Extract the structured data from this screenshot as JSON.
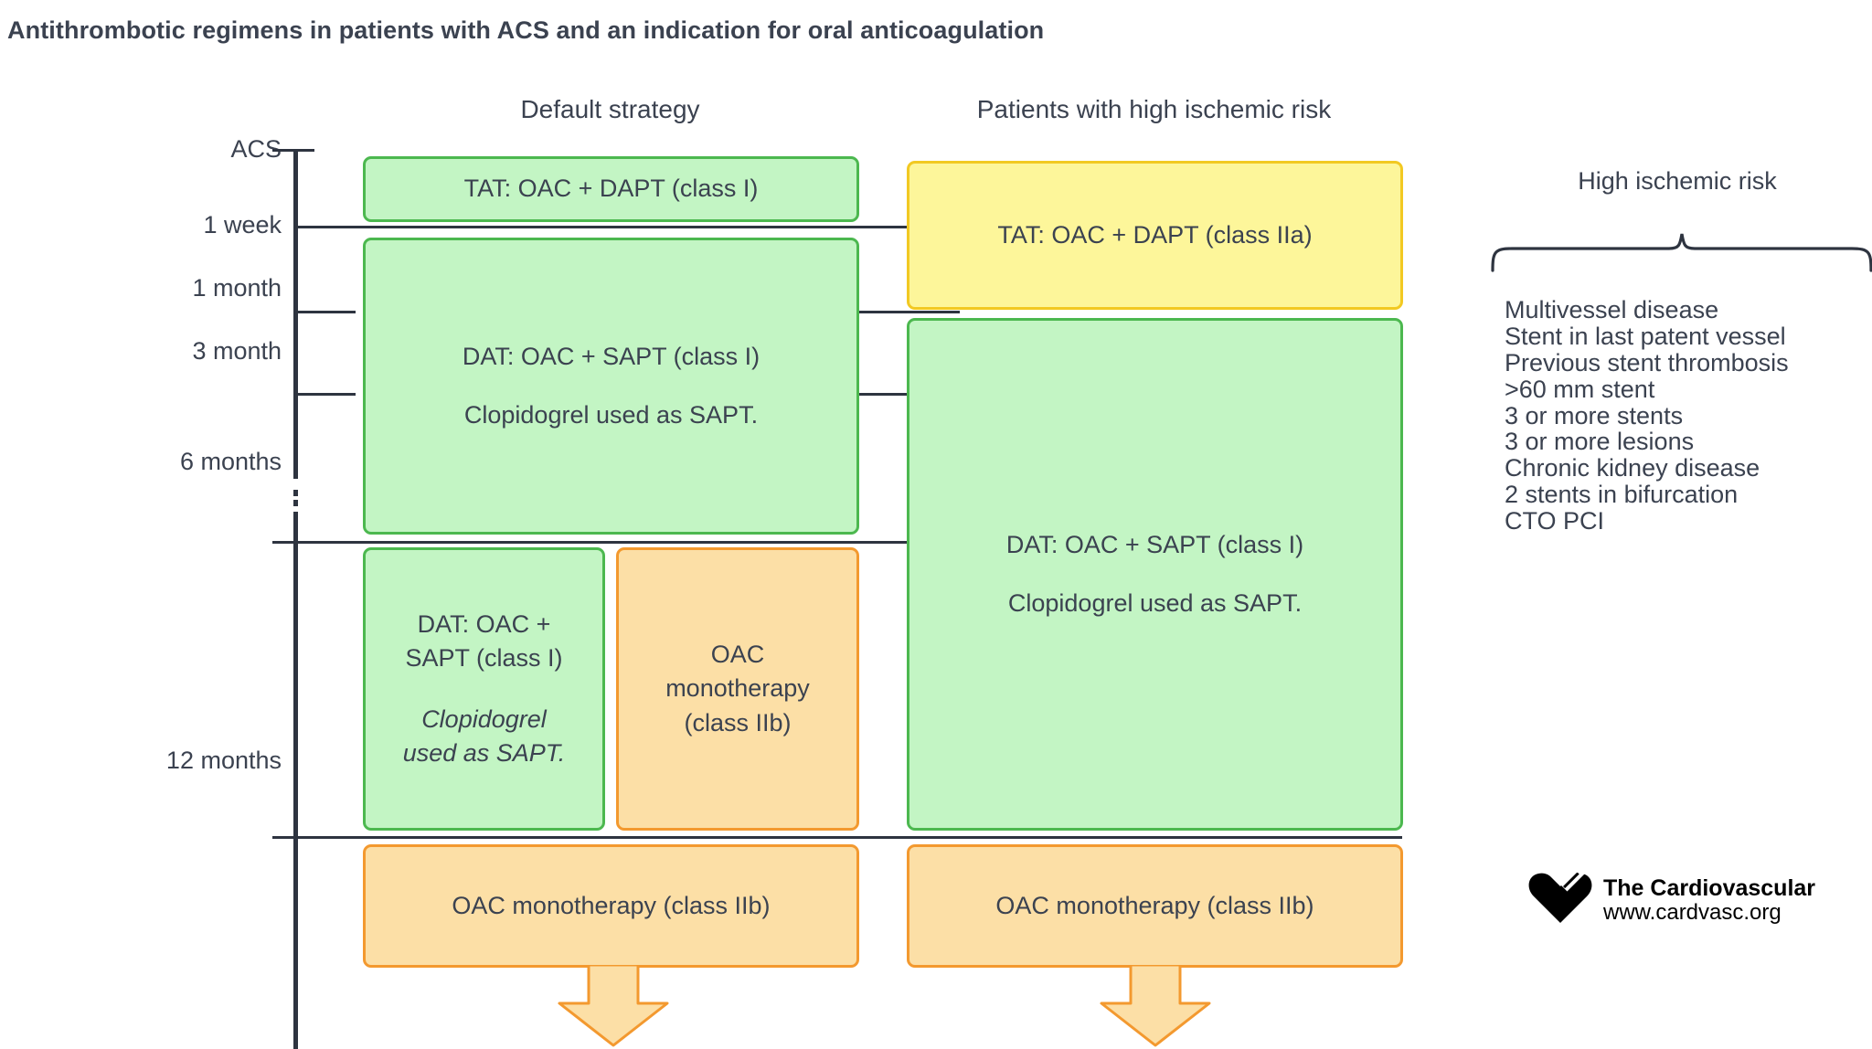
{
  "title": "Antithrombotic regimens in patients with ACS and an indication for oral anticoagulation",
  "columns": {
    "default": "Default strategy",
    "high_risk": "Patients with high ischemic risk"
  },
  "timeline": {
    "ticks": [
      {
        "label": "ACS"
      },
      {
        "label": "1 week"
      },
      {
        "label": "1 month"
      },
      {
        "label": "3 month"
      },
      {
        "label": "6 months"
      },
      {
        "label": "12 months"
      }
    ]
  },
  "default_strategy": {
    "tat": "TAT: OAC + DAPT (class I)",
    "dat_main_line1": "DAT: OAC + SAPT (class I)",
    "dat_main_line2": "Clopidogrel used as SAPT.",
    "dat_late_line1": "DAT: OAC +",
    "dat_late_line2": "SAPT (class I)",
    "dat_late_sub1": "Clopidogrel",
    "dat_late_sub2": "used as SAPT.",
    "oac_mono_mid_line1": "OAC",
    "oac_mono_mid_line2": "monotherapy",
    "oac_mono_mid_line3": "(class IIb)",
    "oac_mono_bottom": "OAC monotherapy (class IIb)"
  },
  "high_ischemic_strategy": {
    "tat": "TAT: OAC + DAPT (class IIa)",
    "dat_line1": "DAT: OAC + SAPT (class I)",
    "dat_line2": "Clopidogrel used as SAPT.",
    "oac_mono_bottom": "OAC monotherapy (class IIb)"
  },
  "risk_panel": {
    "title": "High ischemic risk",
    "items": [
      "Multivessel disease",
      "Stent in last patent vessel",
      "Previous stent thrombosis",
      ">60 mm stent",
      "3 or more stents",
      "3 or more lesions",
      "Chronic kidney disease",
      "2 stents in bifurcation",
      "CTO PCI"
    ]
  },
  "logo": {
    "name": "The Cardiovascular",
    "url": "www.cardvasc.org"
  },
  "colors": {
    "green_fill": "#c3f5c4",
    "green_border": "#4cb84f",
    "orange_fill": "#fcdfa6",
    "orange_border": "#f3992f",
    "yellow_fill": "#fdf69a",
    "yellow_border": "#f2c922",
    "text": "#3b4250",
    "axis": "#2e3440"
  }
}
